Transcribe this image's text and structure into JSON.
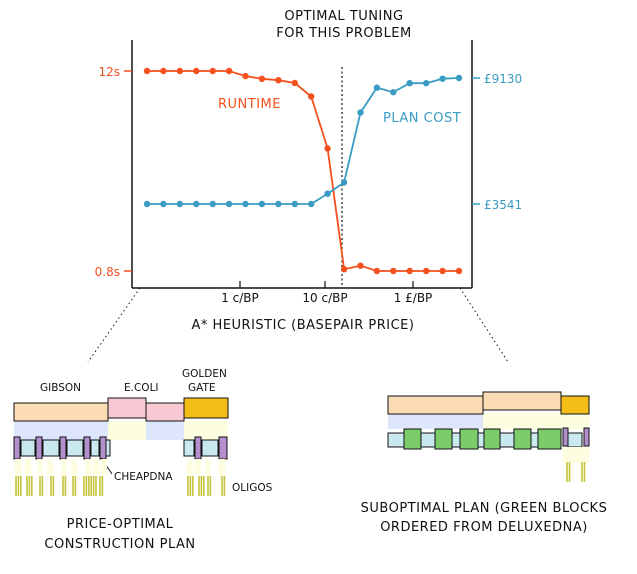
{
  "chart_data": {
    "type": "line",
    "title_line1": "OPTIMAL TUNING",
    "title_line2": "FOR THIS PROBLEM",
    "xlabel": "A* HEURISTIC (BASEPAIR PRICE)",
    "x_scale": "log",
    "x_ticks": [
      "1 c/BP",
      "10 c/BP",
      "1 £/BP"
    ],
    "left_axis": {
      "ticks": [
        "12s",
        "0.8s"
      ],
      "color": "#f4511e"
    },
    "right_axis": {
      "ticks": [
        "£9130",
        "£3541"
      ],
      "color": "#3a9cc4"
    },
    "optimal_x_index": 12,
    "series": [
      {
        "name": "RUNTIME",
        "axis": "left",
        "color": "#f4511e",
        "values": [
          12,
          12,
          12,
          12,
          12,
          12,
          11.2,
          10.8,
          10.6,
          10.2,
          8.5,
          4.2,
          0.82,
          0.86,
          0.8,
          0.8,
          0.8,
          0.8,
          0.8,
          0.8
        ]
      },
      {
        "name": "PLAN COST",
        "axis": "right",
        "color": "#3a9cc4",
        "values": [
          3541,
          3541,
          3541,
          3541,
          3541,
          3541,
          3541,
          3541,
          3541,
          3541,
          3541,
          4000,
          4500,
          7600,
          8700,
          8500,
          8900,
          8900,
          9100,
          9130
        ]
      }
    ]
  },
  "diagram_left": {
    "labels": {
      "gibson": "GIBSON",
      "ecoli": "E.COLI",
      "golden_gate_1": "GOLDEN",
      "golden_gate_2": "GATE",
      "cheapdna": "CHEAPDNA",
      "oligos": "OLIGOS"
    },
    "caption_line1": "PRICE-OPTIMAL",
    "caption_line2": "CONSTRUCTION PLAN"
  },
  "diagram_right": {
    "caption_line1": "SUBOPTIMAL PLAN (GREEN BLOCKS",
    "caption_line2": "ORDERED FROM DELUXEDNA)"
  },
  "colors": {
    "gibson": "#fbdcb4",
    "ecoli": "#f8c9d2",
    "golden_gate": "#f5bd17",
    "cheap_blocks": "#c9e8ef",
    "purple": "#b38fcd",
    "green": "#7ccc6b",
    "oligo": "#c5c43c",
    "shade_blue": "#dde6fa",
    "shade_yellow": "#fdfde0"
  }
}
